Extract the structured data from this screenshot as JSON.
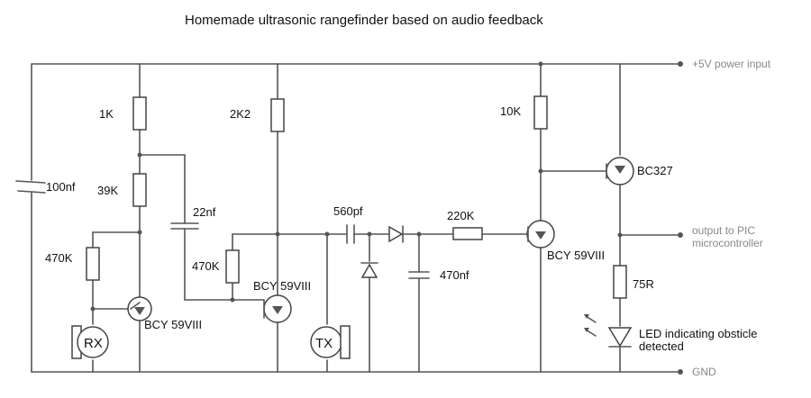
{
  "title": "Homemade ultrasonic rangefinder based on audio feedback",
  "terminals": {
    "power": "+5V power input",
    "output_line1": "output to PIC",
    "output_line2": "microcontroller",
    "ground": "GND"
  },
  "components": {
    "r_1k": "1K",
    "r_39k": "39K",
    "r_470k_a": "470K",
    "c_100nf": "100nf",
    "c_22nf": "22nf",
    "q1": "BCY 59VIII",
    "rx": "RX",
    "r_2k2": "2K2",
    "r_470k_b": "470K",
    "q2": "BCY 59VIII",
    "tx": "TX",
    "c_560pf": "560pf",
    "c_470nf": "470nf",
    "r_220k": "220K",
    "r_10k": "10K",
    "q3": "BCY 59VIII",
    "q4": "BC327",
    "r_75r": "75R",
    "led_line1": "LED indicating obsticle",
    "led_line2": "detected"
  },
  "colors": {
    "wire": "#555555",
    "terminal_text": "#888888",
    "text": "#111111"
  }
}
